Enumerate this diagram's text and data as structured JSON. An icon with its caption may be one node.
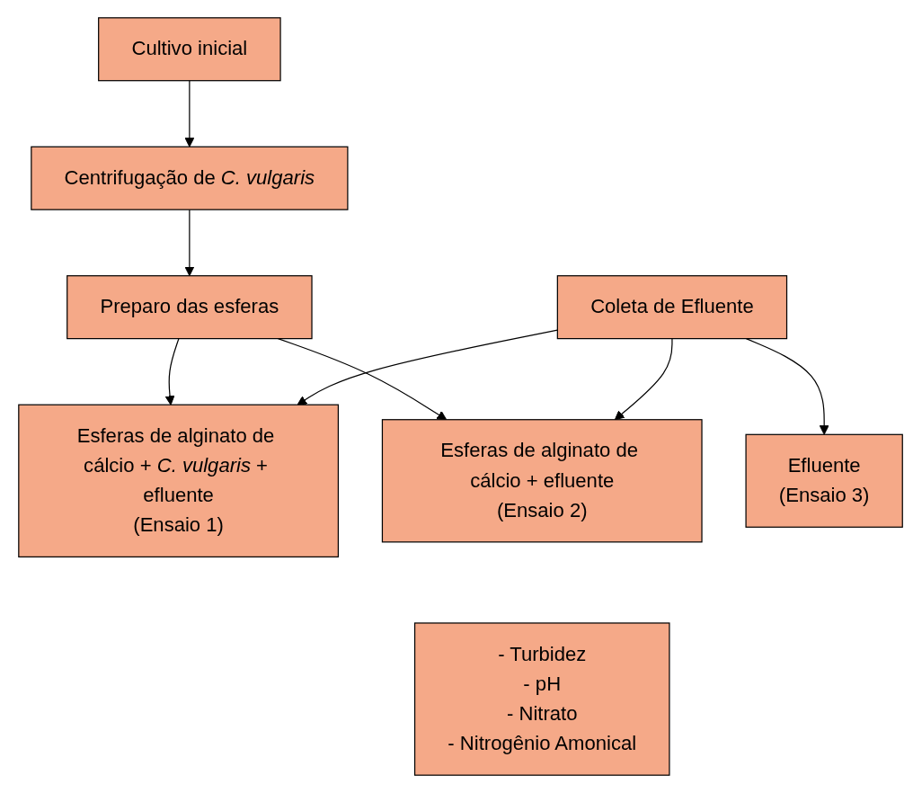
{
  "diagram": {
    "nodes": [
      {
        "text": [
          "Cultivo inicial"
        ]
      },
      {
        "text": [
          "Centrifugação de *C. vulgaris*"
        ]
      },
      {
        "text": [
          "Preparo das esferas"
        ]
      },
      {
        "text": [
          "Coleta de Efluente"
        ]
      },
      {
        "text": [
          "Esferas de alginato de cálcio + *C. vulgaris* + efluente",
          "(Ensaio 1)"
        ]
      },
      {
        "text": [
          "Esferas de alginato de cálcio + efluente",
          "(Ensaio 2)"
        ]
      },
      {
        "text": [
          "Efluente",
          "(Ensaio 3)"
        ]
      },
      {
        "text": [
          "- Turbidez",
          "- pH",
          "- Nitrato",
          "- Nitrogênio Amonical"
        ]
      }
    ],
    "edges": [
      {
        "from": 0,
        "to": 1,
        "arrow": "to"
      },
      {
        "from": 1,
        "to": 2,
        "arrow": "to"
      },
      {
        "from": 2,
        "to": 4,
        "arrow": "to"
      },
      {
        "from": 2,
        "to": 5,
        "arrow": "to"
      },
      {
        "from": 3,
        "to": 4,
        "arrow": "to"
      },
      {
        "from": 3,
        "to": 5,
        "arrow": "to"
      },
      {
        "from": 3,
        "to": 6,
        "arrow": "to"
      }
    ]
  }
}
